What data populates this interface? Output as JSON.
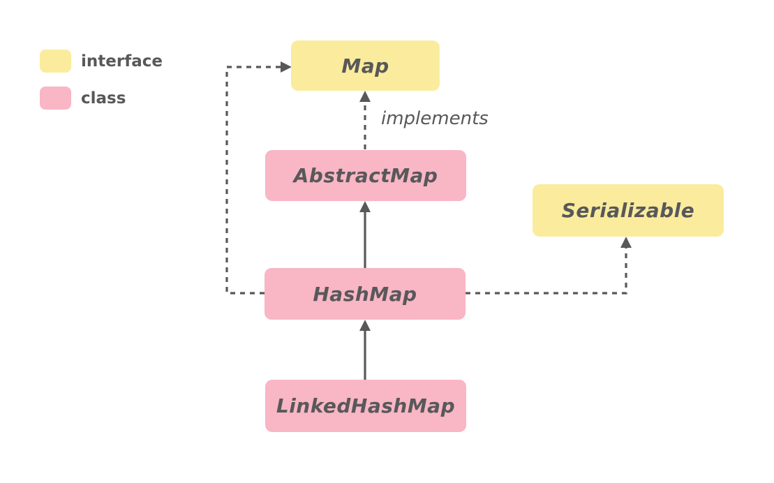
{
  "diagram": {
    "legend": {
      "items": [
        {
          "label": "interface",
          "type": "interface"
        },
        {
          "label": "class",
          "type": "class"
        }
      ]
    },
    "nodes": {
      "map": {
        "label": "Map",
        "type": "interface"
      },
      "abstractmap": {
        "label": "AbstractMap",
        "type": "class"
      },
      "serializable": {
        "label": "Serializable",
        "type": "interface"
      },
      "hashmap": {
        "label": "HashMap",
        "type": "class"
      },
      "linkedhashmap": {
        "label": "LinkedHashMap",
        "type": "class"
      }
    },
    "edges": {
      "implements_label": "implements",
      "relations": [
        {
          "from": "abstractmap",
          "to": "map",
          "style": "dashed",
          "meaning": "implements"
        },
        {
          "from": "hashmap",
          "to": "map",
          "style": "dashed",
          "meaning": "implements"
        },
        {
          "from": "hashmap",
          "to": "serializable",
          "style": "dashed",
          "meaning": "implements"
        },
        {
          "from": "hashmap",
          "to": "abstractmap",
          "style": "solid",
          "meaning": "extends"
        },
        {
          "from": "linkedhashmap",
          "to": "hashmap",
          "style": "solid",
          "meaning": "extends"
        }
      ]
    },
    "colors": {
      "interface_fill": "#FAEC9C",
      "class_fill": "#F9B6C5",
      "line": "#58585B",
      "text": "#58585A",
      "background": "#FFFFFF"
    }
  }
}
